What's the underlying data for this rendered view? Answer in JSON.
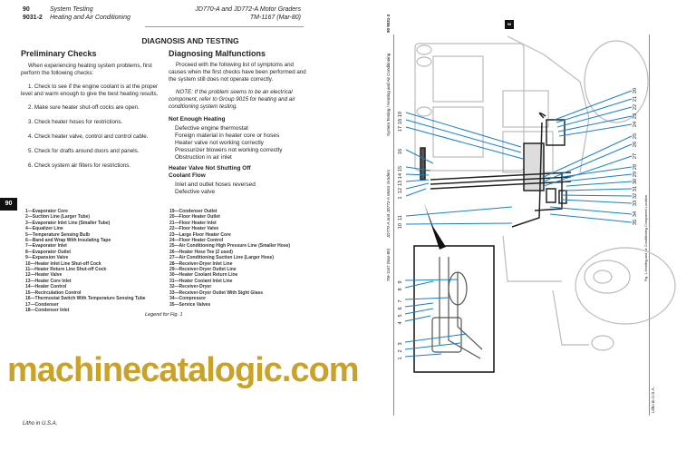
{
  "header": {
    "page_num": "90",
    "page_code": "9031-2",
    "section": "System Testing",
    "subsection": "Heating and Air Conditioning",
    "model": "JD770-A and JD772-A Motor Graders",
    "manual": "TM-1167  (Mar-80)"
  },
  "title": "DIAGNOSIS AND TESTING",
  "preliminary": {
    "heading": "Preliminary Checks",
    "intro": "When experiencing heating system problems, first perform the following checks:",
    "items": [
      "1. Check to see if the engine coolant is at the proper level and warm enough to give the best heating results.",
      "2. Make sure heater shut-off cocks are open.",
      "3. Check heater hoses for restrictions.",
      "4. Check heater valve, control and control cable.",
      "5. Check for drafts around doors and panels.",
      "6. Check system air filters for restrictions."
    ]
  },
  "diagnosing": {
    "heading": "Diagnosing Malfunctions",
    "intro": "Proceed with the following list of symptoms and causes when the first checks have been performed and the system still does not operate correctly.",
    "note": "NOTE: If the problem seems to be an electrical component, refer to Group 9015 for heating and air conditioning system testing.",
    "sections": [
      {
        "heading": "Not Enough Heating",
        "causes": [
          "Defective engine thermostat",
          "Foreign material in heater core or hoses",
          "Heater valve not working correctly",
          "Pressurizer blowers not working correctly",
          "Obstruction in air inlet"
        ]
      },
      {
        "heading": "Heater Valve Not Shutting Off Coolant Flow",
        "causes": [
          "Inlet and outlet hoses reversed",
          "Defective valve"
        ]
      }
    ]
  },
  "tab_label": "90",
  "legend": {
    "col1": [
      "1—Evaporator Core",
      "2—Suction Line (Larger Tube)",
      "3—Evaporator Inlet Line (Smaller Tube)",
      "4—Equalizer Line",
      "5—Temperature Sensing Bulb",
      "6—Band and Wrap With Insulating Tape",
      "7—Evaporator Inlet",
      "8—Evaporator Outlet",
      "9—Expansion Valve",
      "10—Heater Inlet Line Shut-off Cock",
      "11—Heater Return Line Shut-off Cock",
      "12—Heater Valve",
      "13—Heater Core Inlet",
      "14—Heater Control",
      "15—Recirculation Control",
      "16—Thermostat Switch With Temperature Sensing Tube",
      "17—Condenser",
      "18—Condenser Inlet"
    ],
    "col2": [
      "19—Condenser Outlet",
      "20—Floor Heater Outlet",
      "21—Floor Heater Inlet",
      "22—Floor Heater Valve",
      "23—Large Floor Heater Core",
      "24—Floor Heater Control",
      "25—Air Conditioning High Pressure Line (Smaller Hose)",
      "26—Heater Hose Tee (2 used)",
      "27—Air Conditioning Suction Line (Larger Hose)",
      "28—Receiver-Dryer Inlet Line",
      "29—Receiver-Dryer Outlet Line",
      "30—Heater Coolant Return Line",
      "31—Heater Coolant Inlet Line",
      "32—Receiver-Dryer",
      "33—Receiver-Dryer Outlet With Sight Glass",
      "34—Compressor",
      "35—Service Valves"
    ],
    "caption": "Legend for Fig. 1"
  },
  "footer": "Litho in U.S.A.",
  "watermark": "machinecatalogic.com",
  "right_page": {
    "tab_label": "90",
    "side_header_top": "System Testing / Heating and Air Conditioning",
    "side_code": "90 9031-3",
    "side_model": "JD770-A and JD772-A Motor Graders",
    "side_manual": "TM-1167  (Mar-80)",
    "fig_caption": "Fig. 1-Heating and Air Conditioning Component Location",
    "footer": "Litho in U.S.A.",
    "callouts_right": [
      "20",
      "21",
      "22",
      "23",
      "24",
      "25",
      "26",
      "27",
      "28",
      "29",
      "30",
      "31",
      "32",
      "33",
      "34",
      "35"
    ],
    "callouts_left": [
      "19",
      "18",
      "17",
      "16",
      "15",
      "14",
      "13",
      "12",
      "1",
      "11",
      "10"
    ],
    "callouts_inset": [
      "9",
      "8",
      "7",
      "6",
      "5",
      "4",
      "3",
      "2",
      "1"
    ]
  },
  "colors": {
    "callout": "#1a7fc4",
    "watermark": "#c9a227",
    "outline": "#b8b8b8"
  }
}
